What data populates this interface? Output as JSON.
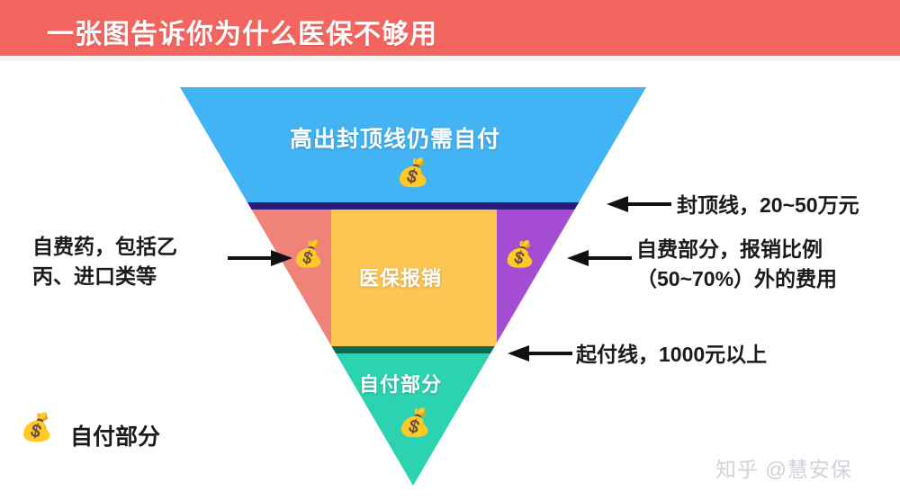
{
  "banner": {
    "title": "一张图告诉你为什么医保不够用",
    "background_color": "#F5655F",
    "text_color": "#FFFFFF"
  },
  "funnel": {
    "top_section": {
      "label": "高出封顶线仍需自付",
      "color": "#42B3F4",
      "icon": "money-bag-icon",
      "icon_glyph": "💰"
    },
    "divider_cap_line": {
      "color": "#2B1B7A"
    },
    "left_section": {
      "color": "#F08379",
      "icon": "money-bag-icon",
      "icon_glyph": "💰"
    },
    "middle_section": {
      "label": "医保报销",
      "color": "#FDC552"
    },
    "right_section": {
      "color": "#A44CD3",
      "icon": "money-bag-icon",
      "icon_glyph": "💰"
    },
    "divider_deductible_line": {
      "color": "#0B6B52"
    },
    "bottom_section": {
      "label": "自付部分",
      "color": "#2BD3B0",
      "icon": "money-bag-icon",
      "icon_glyph": "💰"
    }
  },
  "callouts": {
    "cap_line": {
      "lines": [
        "封顶线，20~50万元"
      ],
      "arrow_direction": "left"
    },
    "self_pay": {
      "lines": [
        "自费部分，报销比例",
        "（50~70%）外的费用"
      ],
      "arrow_direction": "left"
    },
    "deductible": {
      "lines": [
        "起付线，1000元以上"
      ],
      "arrow_direction": "left"
    },
    "self_pay_drugs": {
      "lines": [
        "自费药，包括乙",
        "丙、进口类等"
      ],
      "arrow_direction": "right"
    }
  },
  "legend": {
    "icon": "money-bag-icon",
    "icon_glyph": "💰",
    "label": "自付部分"
  },
  "watermark": {
    "text": "知乎 @慧安保"
  },
  "chart_data": {
    "type": "funnel",
    "title": "一张图告诉你为什么医保不够用",
    "orientation": "inverted-triangle",
    "bands": [
      {
        "name": "高出封顶线仍需自付",
        "color": "#42B3F4",
        "note": "封顶线，20~50万元",
        "order": 1
      },
      {
        "name": "自费药，包括乙丙、进口类等",
        "color": "#F08379",
        "order": 2
      },
      {
        "name": "医保报销",
        "color": "#FDC552",
        "order": 3
      },
      {
        "name": "自费部分，报销比例（50~70%）外的费用",
        "color": "#A44CD3",
        "order": 4
      },
      {
        "name": "自付部分",
        "color": "#2BD3B0",
        "note": "起付线，1000元以上",
        "order": 5
      }
    ],
    "thresholds": [
      {
        "label": "封顶线",
        "value": "20~50万元"
      },
      {
        "label": "报销比例",
        "value": "50~70%"
      },
      {
        "label": "起付线",
        "value": "1000元以上"
      }
    ]
  }
}
